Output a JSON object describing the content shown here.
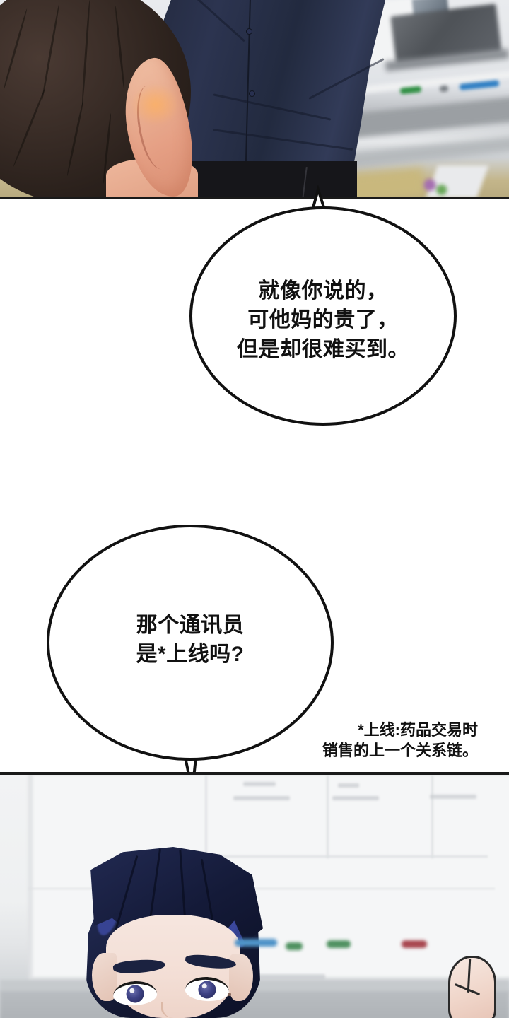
{
  "comic": {
    "panels": [
      {
        "id": "panel-top",
        "description": "blurred-office-background-with-figure"
      },
      {
        "id": "panel-bottom",
        "description": "closeup-of-dark-blue-haired-man-in-front-of-whiteboard"
      }
    ],
    "speech_bubbles": [
      {
        "id": "bubble-1",
        "text": "就像你说的，\n可他妈的贵了，\n但是却很难买到。",
        "tail_direction": "up"
      },
      {
        "id": "bubble-2",
        "text": "那个通讯员\n是*上线吗?",
        "tail_direction": "down"
      }
    ],
    "footnote": {
      "text": "*上线:药品交易时\n销售的上一个关系链。"
    }
  },
  "colors": {
    "bubble_stroke": "#111111",
    "bubble_fill": "#ffffff",
    "panel_border": "#1a1a1a",
    "text": "#111111",
    "hair_navy": "#1a2142",
    "shirt_navy": "#2c3450",
    "skin": "#f3ded5"
  }
}
